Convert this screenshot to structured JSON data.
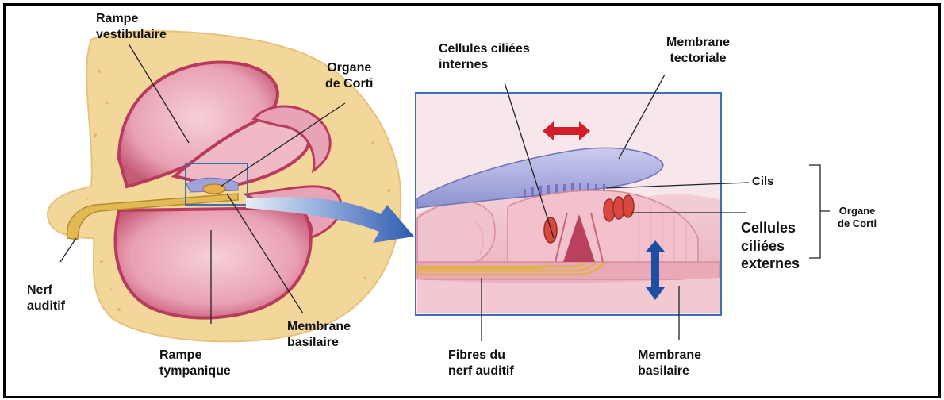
{
  "labels": {
    "rampe_vestibulaire": [
      "Rampe",
      "vestibulaire"
    ],
    "organe_de_corti_left": [
      "Organe",
      "de Corti"
    ],
    "nerf_auditif": [
      "Nerf",
      "auditif"
    ],
    "rampe_tympanique": [
      "Rampe",
      "tympanique"
    ],
    "membrane_basilaire_left": [
      "Membrane",
      "basilaire"
    ],
    "cellules_ciliees_internes": [
      "Cellules ciliées",
      "internes"
    ],
    "membrane_tectoriale": [
      "Membrane",
      "tectoriale"
    ],
    "cils": "Cils",
    "cellules_ciliees_externes": [
      "Cellules",
      "ciliées",
      "externes"
    ],
    "organe_de_corti_right": [
      "Organe",
      "de Corti"
    ],
    "fibres_nerf_auditif": [
      "Fibres du",
      "nerf auditif"
    ],
    "membrane_basilaire_right": [
      "Membrane",
      "basilaire"
    ]
  },
  "colors": {
    "bone": "#f3d79a",
    "chamber_pink": "#eba8b8",
    "chamber_dark": "#b83b5b",
    "tectorial": "#9fa3d8",
    "nerve": "#d8b24a",
    "arrow_red": "#d01f2a",
    "arrow_blue": "#1f4fa2",
    "frame_blue": "#3d6fb6"
  }
}
